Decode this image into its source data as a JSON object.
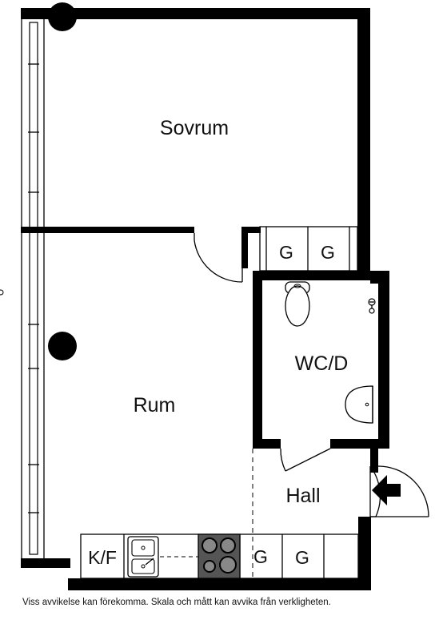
{
  "rooms": {
    "bedroom": "Sovrum",
    "living": "Rum",
    "wc": "WC/D",
    "hall": "Hall"
  },
  "fixtures": {
    "wardrobe_left": "G",
    "wardrobe_right": "G",
    "hall_cabinet_1": "G",
    "hall_cabinet_2": "G",
    "kitchen": "K/F"
  },
  "disclaimer": "Viss avvikelse kan förekomma. Skala och mått kan avvika från verkligheten.",
  "colors": {
    "wall": "#000000",
    "background": "#ffffff"
  }
}
